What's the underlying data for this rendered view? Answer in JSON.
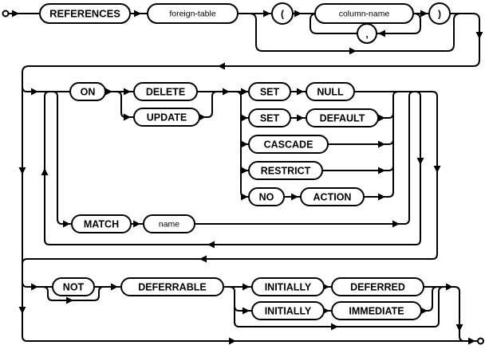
{
  "diagram": {
    "type": "railroad-syntax-diagram",
    "colors": {
      "line": "#000000",
      "node_fill": "#ffffff",
      "text": "#000000",
      "background": "#ffffff"
    },
    "labels": {
      "references": "REFERENCES",
      "foreign_table": "foreign-table",
      "open_paren": "(",
      "column_name": "column-name",
      "comma": ",",
      "close_paren": ")",
      "on": "ON",
      "delete": "DELETE",
      "update": "UPDATE",
      "set": "SET",
      "null": "NULL",
      "default": "DEFAULT",
      "cascade": "CASCADE",
      "restrict": "RESTRICT",
      "no": "NO",
      "action": "ACTION",
      "match": "MATCH",
      "name": "name",
      "not": "NOT",
      "deferrable": "DEFERRABLE",
      "initially": "INITIALLY",
      "deferred": "DEFERRED",
      "immediate": "IMMEDIATE"
    }
  }
}
